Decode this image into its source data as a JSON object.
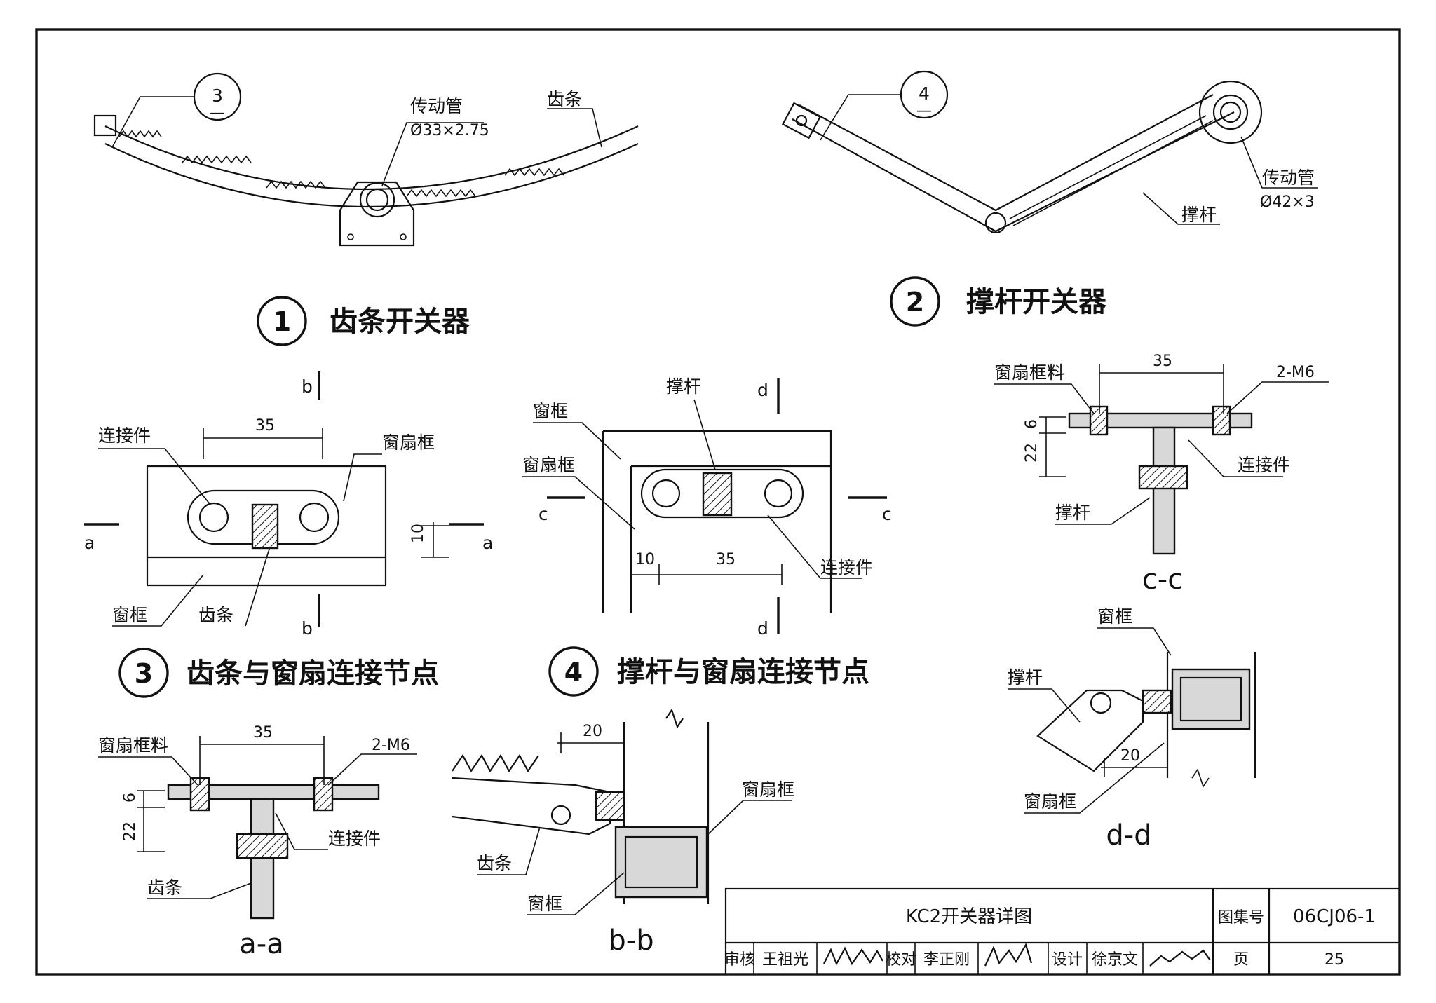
{
  "titles": {
    "t1_num": "1",
    "t1": "齿条开关器",
    "t2_num": "2",
    "t2": "撑杆开关器",
    "t3_num": "3",
    "t3": "齿条与窗扇连接节点",
    "t4_num": "4",
    "t4": "撑杆与窗扇连接节点"
  },
  "refs": {
    "r3_top": "3",
    "r3_bot": "—",
    "r4_top": "4",
    "r4_bot": "—"
  },
  "d1": {
    "label_pipe": "传动管",
    "pipe_size": "Ø33×2.75",
    "label_rack": "齿条"
  },
  "d2": {
    "label_pipe": "传动管",
    "pipe_size": "Ø42×3",
    "label_arm": "撑杆"
  },
  "d3": {
    "dim": "35",
    "dim10": "10",
    "lbl_conn": "连接件",
    "lbl_sash": "窗扇框",
    "lbl_frame": "窗框",
    "lbl_rack": "齿条",
    "cut_a": "a",
    "cut_b": "b"
  },
  "d4": {
    "lbl_arm": "撑杆",
    "lbl_frame": "窗框",
    "lbl_sash": "窗扇框",
    "lbl_conn": "连接件",
    "dim10": "10",
    "dim35": "35",
    "cut_c": "c",
    "cut_d": "d"
  },
  "cc": {
    "dim": "35",
    "bolt": "2-M6",
    "lbl_sash_mat": "窗扇框料",
    "lbl_conn": "连接件",
    "lbl_arm": "撑杆",
    "dim22": "22",
    "dim6": "6",
    "title": "c-c"
  },
  "dd": {
    "lbl_frame": "窗框",
    "lbl_arm": "撑杆",
    "lbl_sash": "窗扇框",
    "dim20": "20",
    "title": "d-d"
  },
  "aa": {
    "dim": "35",
    "bolt": "2-M6",
    "lbl_sash_mat": "窗扇框料",
    "lbl_conn": "连接件",
    "lbl_rack": "齿条",
    "dim22": "22",
    "dim6": "6",
    "title": "a-a"
  },
  "bb": {
    "dim20": "20",
    "lbl_sash": "窗扇框",
    "lbl_rack": "齿条",
    "lbl_frame": "窗框",
    "title": "b-b"
  },
  "titleblock": {
    "drawing_title": "KC2开关器详图",
    "atlas_label": "图集号",
    "atlas_no": "06CJ06-1",
    "review_label": "审核",
    "reviewer": "王祖光",
    "check_label": "校对",
    "checker": "李正刚",
    "design_label": "设计",
    "designer": "徐京文",
    "page_label": "页",
    "page_no": "25"
  }
}
